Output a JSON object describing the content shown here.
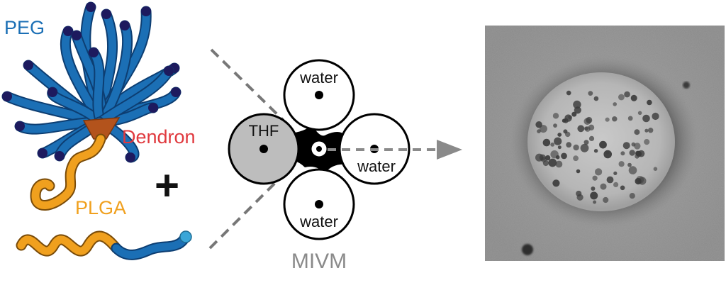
{
  "labels": {
    "peg": "PEG",
    "dendron": "Dendron",
    "plga": "PLGA",
    "plus": "+",
    "mixer": "MIVM",
    "inlet_left": "THF",
    "inlet_top": "water",
    "inlet_right": "water",
    "inlet_bottom": "water"
  },
  "colors": {
    "peg": "#1b6fb5",
    "peg_tip": "#1d1a5e",
    "dendron": "#e0393e",
    "dendron_core": "#b3531c",
    "plga": "#f0a01e",
    "plga_end": "#3aa6d8",
    "mixer_label": "#8a8a8a",
    "dashed": "#777777",
    "thf_fill": "#bdbdbd"
  },
  "icons": {
    "arrow": "dashed-right-arrow-icon",
    "micrograph": "nanoparticle-tem-image"
  }
}
